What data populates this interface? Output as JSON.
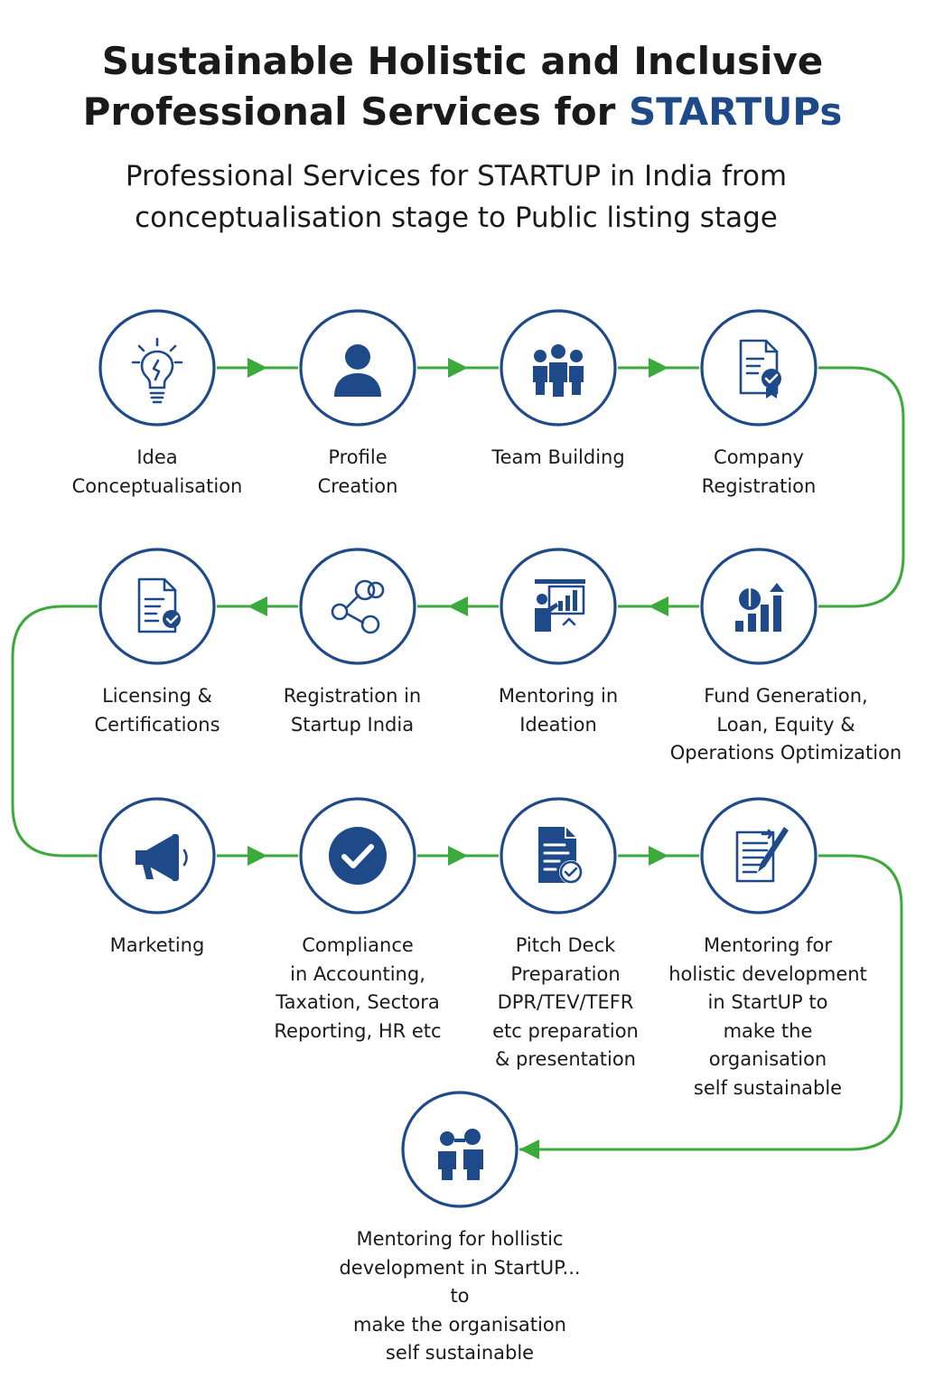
{
  "header": {
    "title_line1": "Sustainable Holistic and Inclusive",
    "title_line2_prefix": "Professional Services for ",
    "title_line2_accent": "STARTUPs",
    "subtitle_line1": "Professional Services for STARTUP in India from",
    "subtitle_line2": "conceptualisation stage to Public listing stage"
  },
  "colors": {
    "accent": "#1e4a8a",
    "circle_border": "#1e4a8a",
    "connector": "#3aaa3a",
    "text": "#1a1a1a"
  },
  "steps": [
    {
      "label": "Idea\nConceptualisation",
      "icon": "lightbulb-icon"
    },
    {
      "label": "Profile\nCreation",
      "icon": "user-icon"
    },
    {
      "label": "Team Building",
      "icon": "team-icon"
    },
    {
      "label": "Company\nRegistration",
      "icon": "certificate-document-icon"
    },
    {
      "label": "Fund Generation,\nLoan, Equity &\nOperations Optimization",
      "icon": "growth-chart-icon"
    },
    {
      "label": "Mentoring in\nIdeation",
      "icon": "presentation-board-icon"
    },
    {
      "label": "Registration in\nStartup India",
      "icon": "network-nodes-icon"
    },
    {
      "label": "Licensing   &\nCertifications",
      "icon": "license-document-icon"
    },
    {
      "label": "Marketing",
      "icon": "megaphone-icon"
    },
    {
      "label": "Compliance\nin Accounting,\nTaxation, Sectora\nReporting, HR etc",
      "icon": "checkmark-icon"
    },
    {
      "label": "Pitch Deck\nPreparation\nDPR/TEV/TEFR\netc preparation\n& presentation",
      "icon": "document-check-icon"
    },
    {
      "label": "Mentoring for\nholistic development\nin StartUP to\nmake the\norganisation\nself sustainable",
      "icon": "document-pen-icon"
    },
    {
      "label": "Mentoring for hollistic\ndevelopment in StartUP... to\nmake the organisation\nself sustainable",
      "icon": "mentor-people-icon"
    }
  ]
}
